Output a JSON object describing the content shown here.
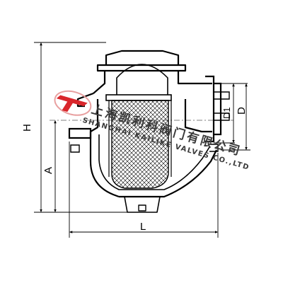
{
  "drawing": {
    "dimensions": {
      "height": "H",
      "center_height": "A",
      "length": "L",
      "inner_diameter": "D1",
      "outer_diameter": "D"
    }
  },
  "watermark": {
    "company_cn": "上海凯利科阀门有限公司",
    "company_en": "SHANGHAI KAILIKE VALVES CO.,LTD",
    "logo_color": "#d9262b",
    "ring_color": "#e8a0a0"
  }
}
